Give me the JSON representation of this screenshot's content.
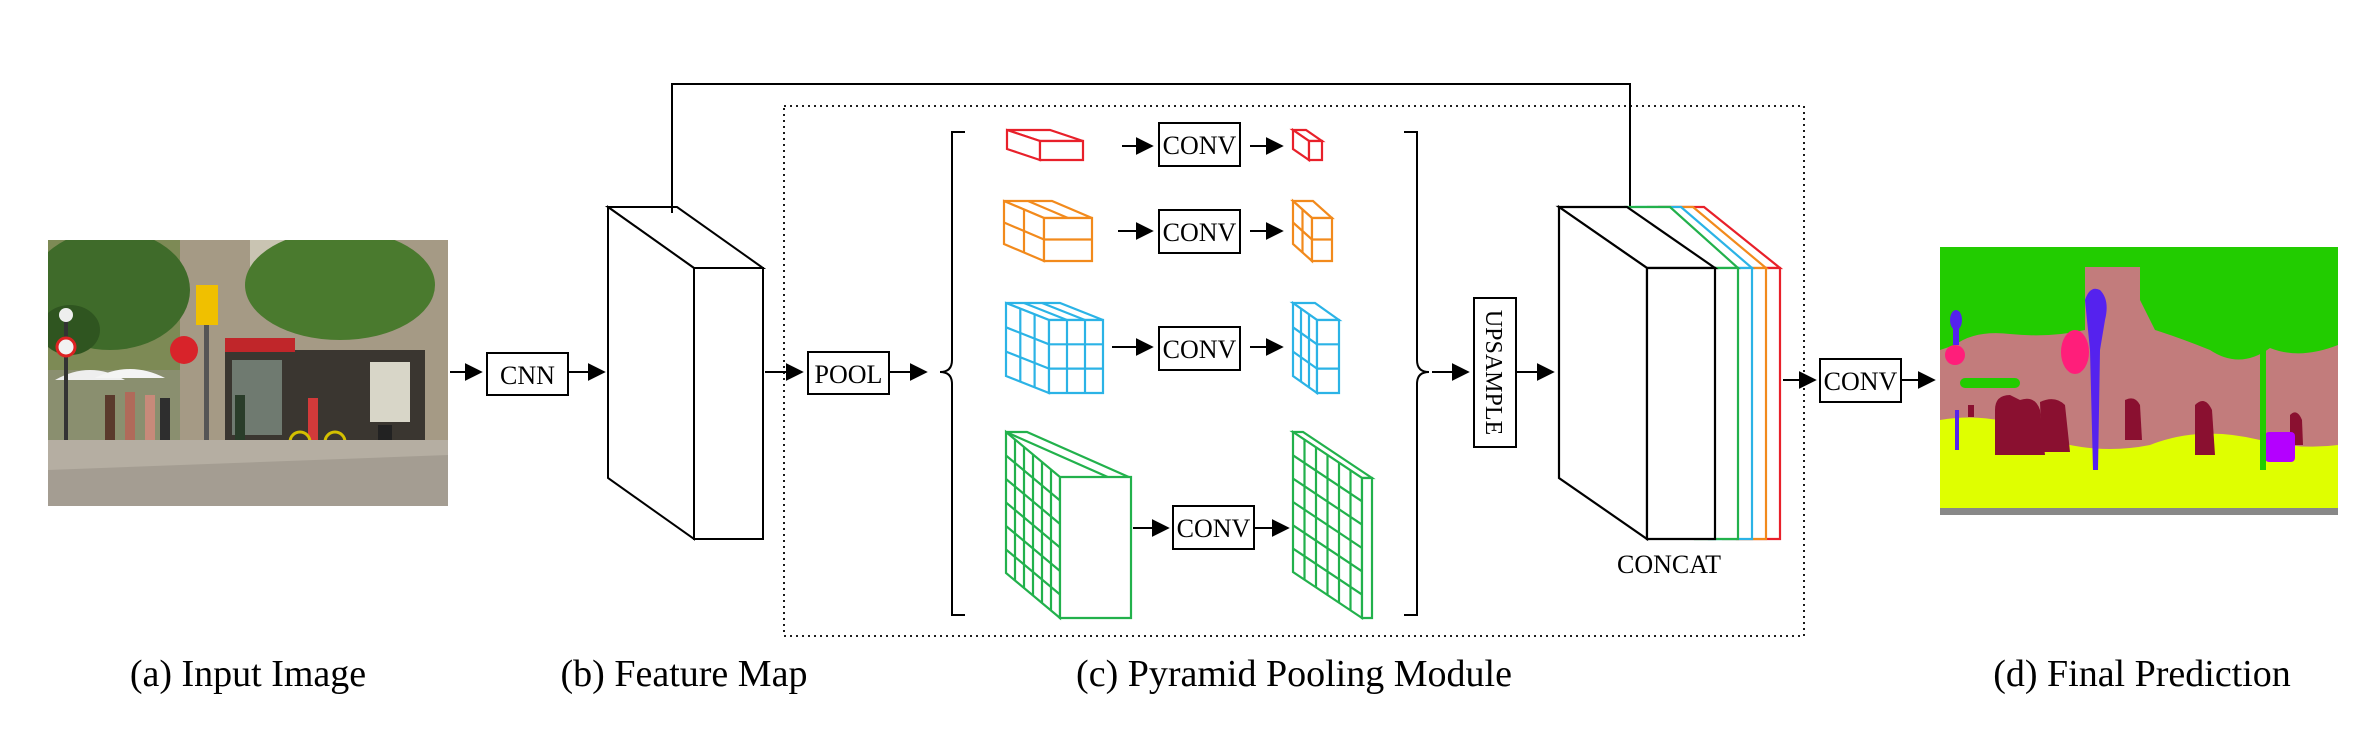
{
  "labels": {
    "cnn": "CNN",
    "pool": "POOL",
    "conv_1": "CONV",
    "conv_2": "CONV",
    "conv_3": "CONV",
    "conv_4": "CONV",
    "upsample": "UPSAMPLE",
    "concat": "CONCAT",
    "conv_final": "CONV"
  },
  "captions": {
    "input_image": "(a) Input Image",
    "feature_map": "(b) Feature Map",
    "pyramid_module": "(c) Pyramid Pooling Module",
    "final_prediction": "(d) Final Prediction"
  },
  "colors": {
    "level_1": "#e8202a",
    "level_2": "#f28a1c",
    "level_3": "#2bb3e6",
    "level_4": "#22b14c",
    "segmentation": {
      "vegetation": "#22cc00",
      "building": "#c27c7c",
      "road": "#dfff00",
      "person": "#8a1030",
      "pole": "#5522ee",
      "sign": "#ff1e7a",
      "car": "#b400ff",
      "sidewalk": "#888888"
    }
  }
}
